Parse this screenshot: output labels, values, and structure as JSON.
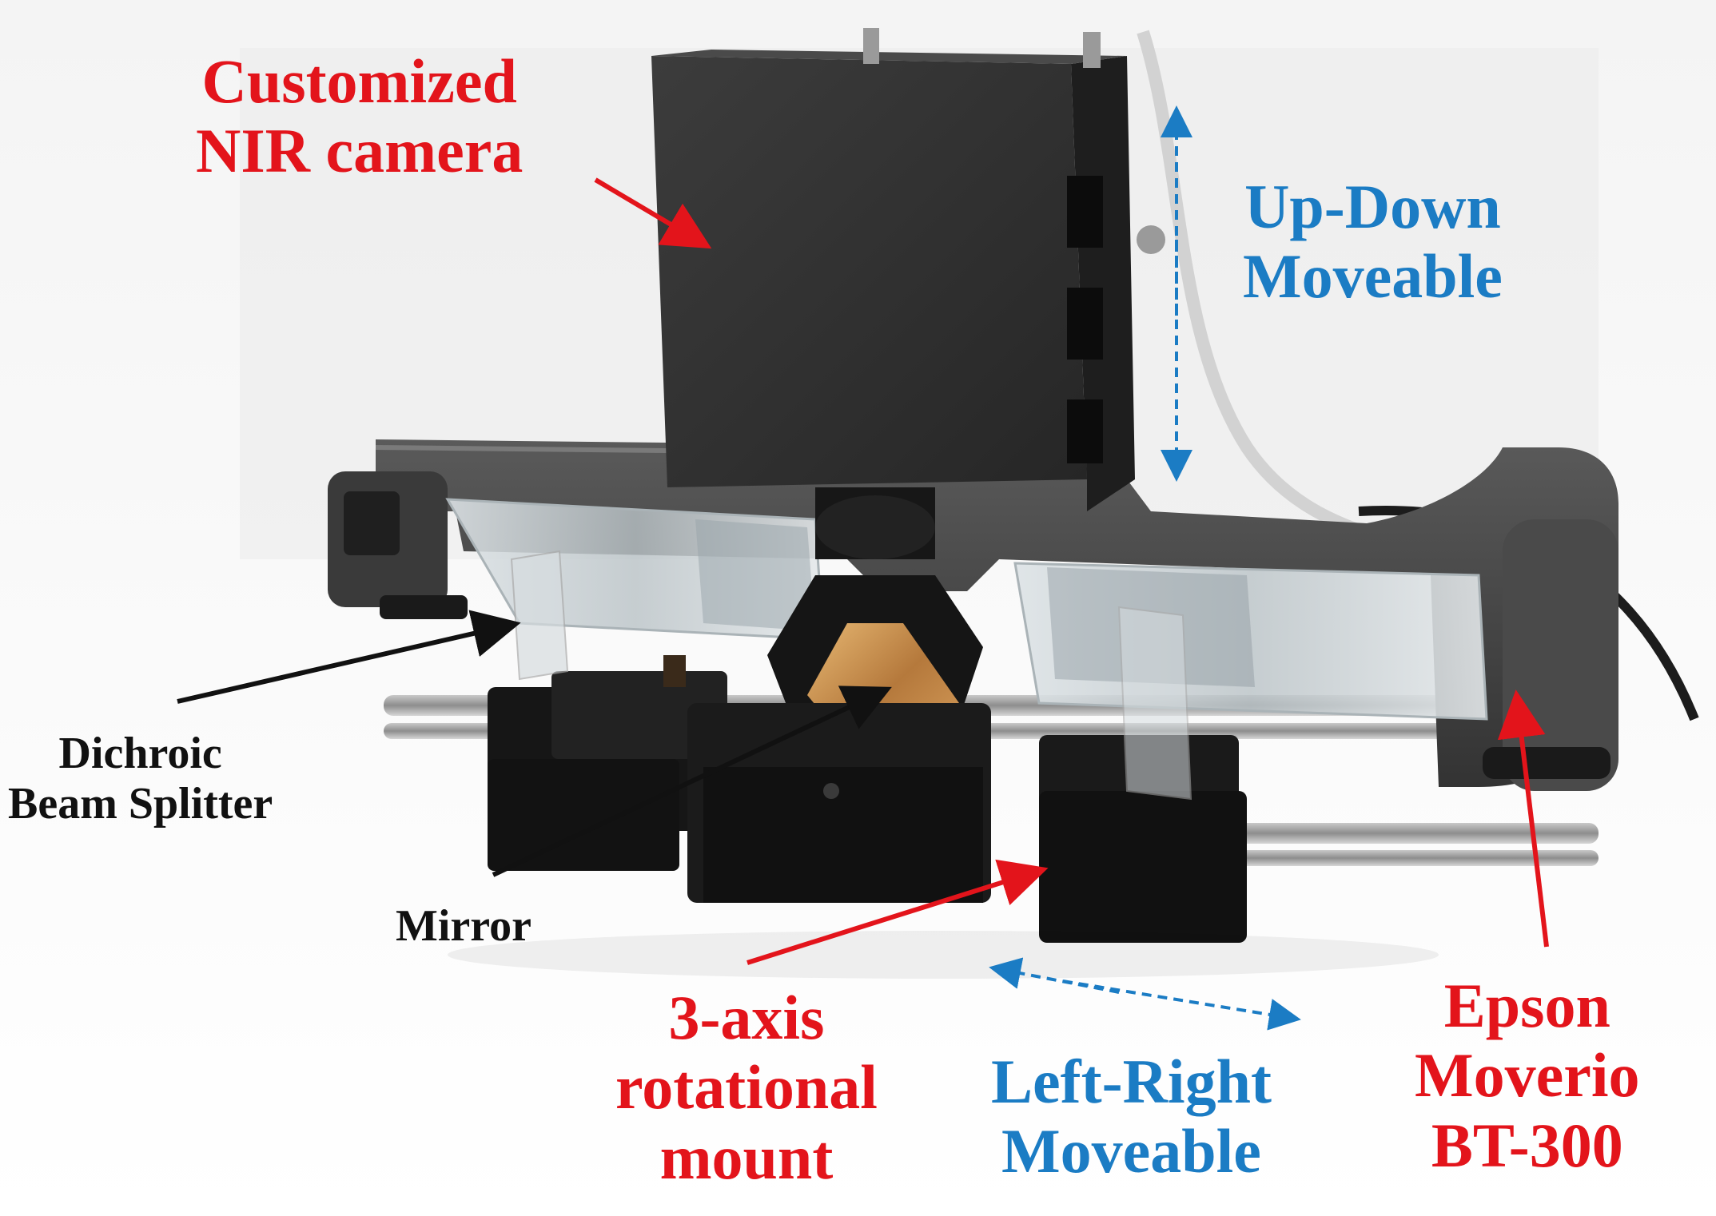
{
  "labels": {
    "camera": [
      "Customized",
      "NIR camera"
    ],
    "updown": [
      "Up-Down",
      "Moveable"
    ],
    "dichroic": [
      "Dichroic",
      "Beam Splitter"
    ],
    "mirror": "Mirror",
    "mount": [
      "3-axis",
      "rotational",
      "mount"
    ],
    "leftright": [
      "Left-Right",
      "Moveable"
    ],
    "epson": [
      "Epson",
      "Moverio",
      "BT-300"
    ]
  },
  "colors": {
    "red_label": "#e3141b",
    "blue_label": "#1b7cc4",
    "black_label": "#111111",
    "device": "#2a2a2a"
  }
}
